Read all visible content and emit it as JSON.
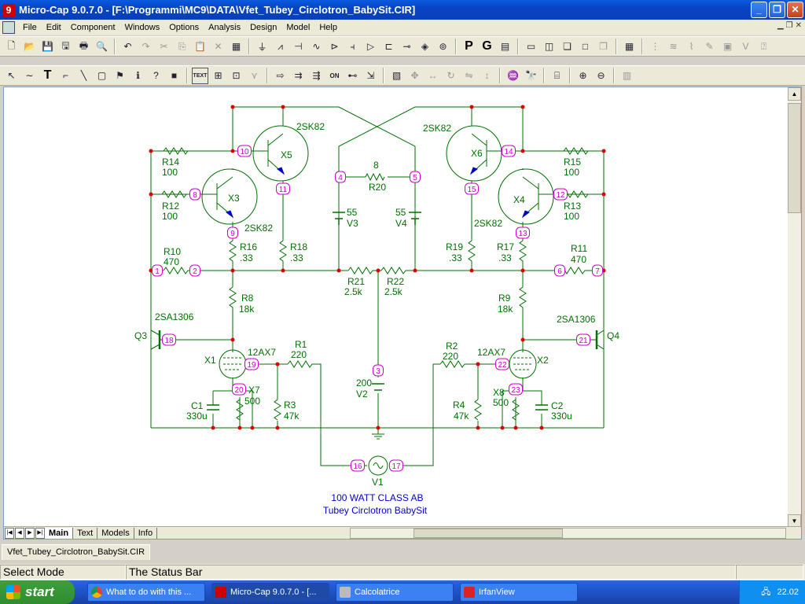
{
  "window": {
    "title": "Micro-Cap 9.0.7.0 - [F:\\Programmi\\MC9\\DATA\\Vfet_Tubey_Circlotron_BabySit.CIR]"
  },
  "menu": [
    "File",
    "Edit",
    "Component",
    "Windows",
    "Options",
    "Analysis",
    "Design",
    "Model",
    "Help"
  ],
  "toolbar1": {
    "p_label": "P",
    "g_label": "G"
  },
  "toolbar2": {
    "text_label": "TEXT",
    "on_label": "ON"
  },
  "schematic": {
    "caption1": "100 WATT CLASS AB",
    "caption2": "Tubey Circlotron BabySit",
    "labels": [
      {
        "id": "x5",
        "text": "X5"
      },
      {
        "id": "x5m",
        "text": "2SK82"
      },
      {
        "id": "x6",
        "text": "X6"
      },
      {
        "id": "x6m",
        "text": "2SK82"
      },
      {
        "id": "x3",
        "text": "X3"
      },
      {
        "id": "x3m",
        "text": "2SK82"
      },
      {
        "id": "x4",
        "text": "X4"
      },
      {
        "id": "x4m",
        "text": "2SK82"
      },
      {
        "id": "r14",
        "text": "R14"
      },
      {
        "id": "r14v",
        "text": "100"
      },
      {
        "id": "r12",
        "text": "R12"
      },
      {
        "id": "r12v",
        "text": "100"
      },
      {
        "id": "r15",
        "text": "R15"
      },
      {
        "id": "r15v",
        "text": "100"
      },
      {
        "id": "r13",
        "text": "R13"
      },
      {
        "id": "r13v",
        "text": "100"
      },
      {
        "id": "r20v",
        "text": "8"
      },
      {
        "id": "r20",
        "text": "R20"
      },
      {
        "id": "v3v",
        "text": "55"
      },
      {
        "id": "v3",
        "text": "V3"
      },
      {
        "id": "v4v",
        "text": "55"
      },
      {
        "id": "v4",
        "text": "V4"
      },
      {
        "id": "r10",
        "text": "R10"
      },
      {
        "id": "r10v",
        "text": "470"
      },
      {
        "id": "r11",
        "text": "R11"
      },
      {
        "id": "r11v",
        "text": "470"
      },
      {
        "id": "r16",
        "text": "R16"
      },
      {
        "id": "r16v",
        "text": ".33"
      },
      {
        "id": "r18",
        "text": "R18"
      },
      {
        "id": "r18v",
        "text": ".33"
      },
      {
        "id": "r19",
        "text": "R19"
      },
      {
        "id": "r19v",
        "text": ".33"
      },
      {
        "id": "r17",
        "text": "R17"
      },
      {
        "id": "r17v",
        "text": ".33"
      },
      {
        "id": "r21",
        "text": "R21"
      },
      {
        "id": "r21v",
        "text": "2.5k"
      },
      {
        "id": "r22",
        "text": "R22"
      },
      {
        "id": "r22v",
        "text": "2.5k"
      },
      {
        "id": "r8",
        "text": "R8"
      },
      {
        "id": "r8v",
        "text": "18k"
      },
      {
        "id": "r9",
        "text": "R9"
      },
      {
        "id": "r9v",
        "text": "18k"
      },
      {
        "id": "q3m",
        "text": "2SA1306"
      },
      {
        "id": "q3",
        "text": "Q3"
      },
      {
        "id": "q4m",
        "text": "2SA1306"
      },
      {
        "id": "q4",
        "text": "Q4"
      },
      {
        "id": "x1",
        "text": "X1"
      },
      {
        "id": "x1m",
        "text": "12AX7"
      },
      {
        "id": "x2",
        "text": "X2"
      },
      {
        "id": "x2m",
        "text": "12AX7"
      },
      {
        "id": "r1",
        "text": "R1"
      },
      {
        "id": "r1v",
        "text": "220"
      },
      {
        "id": "r2",
        "text": "R2"
      },
      {
        "id": "r2v",
        "text": "220"
      },
      {
        "id": "v2v",
        "text": "200"
      },
      {
        "id": "v2",
        "text": "V2"
      },
      {
        "id": "x7",
        "text": "X7"
      },
      {
        "id": "x7v",
        "text": "500"
      },
      {
        "id": "x8",
        "text": "X8"
      },
      {
        "id": "x8v",
        "text": "500"
      },
      {
        "id": "c1",
        "text": "C1"
      },
      {
        "id": "c1v",
        "text": "330u"
      },
      {
        "id": "c2",
        "text": "C2"
      },
      {
        "id": "c2v",
        "text": "330u"
      },
      {
        "id": "r3",
        "text": "R3"
      },
      {
        "id": "r3v",
        "text": "47k"
      },
      {
        "id": "r4",
        "text": "R4"
      },
      {
        "id": "r4v",
        "text": "47k"
      },
      {
        "id": "v1",
        "text": "V1"
      }
    ],
    "nodes": [
      "1",
      "2",
      "3",
      "4",
      "5",
      "6",
      "7",
      "8",
      "9",
      "10",
      "11",
      "12",
      "13",
      "14",
      "15",
      "16",
      "17",
      "18",
      "19",
      "20",
      "21",
      "22",
      "23"
    ]
  },
  "sheet_tabs": [
    "Main",
    "Text",
    "Models",
    "Info"
  ],
  "doc_tab": "Vfet_Tubey_Circlotron_BabySit.CIR",
  "status": {
    "mode": "Select Mode",
    "message": "The Status Bar"
  },
  "taskbar": {
    "start": "start",
    "tasks": [
      "What to do with this ...",
      "Micro-Cap 9.0.7.0 - [...",
      "Calcolatrice",
      "IrfanView"
    ],
    "clock": "22.02"
  },
  "colors": {
    "wire": "#007000",
    "label": "#007000",
    "node": "#cc00cc",
    "dot": "#dd0000",
    "caption": "#0000cc"
  }
}
